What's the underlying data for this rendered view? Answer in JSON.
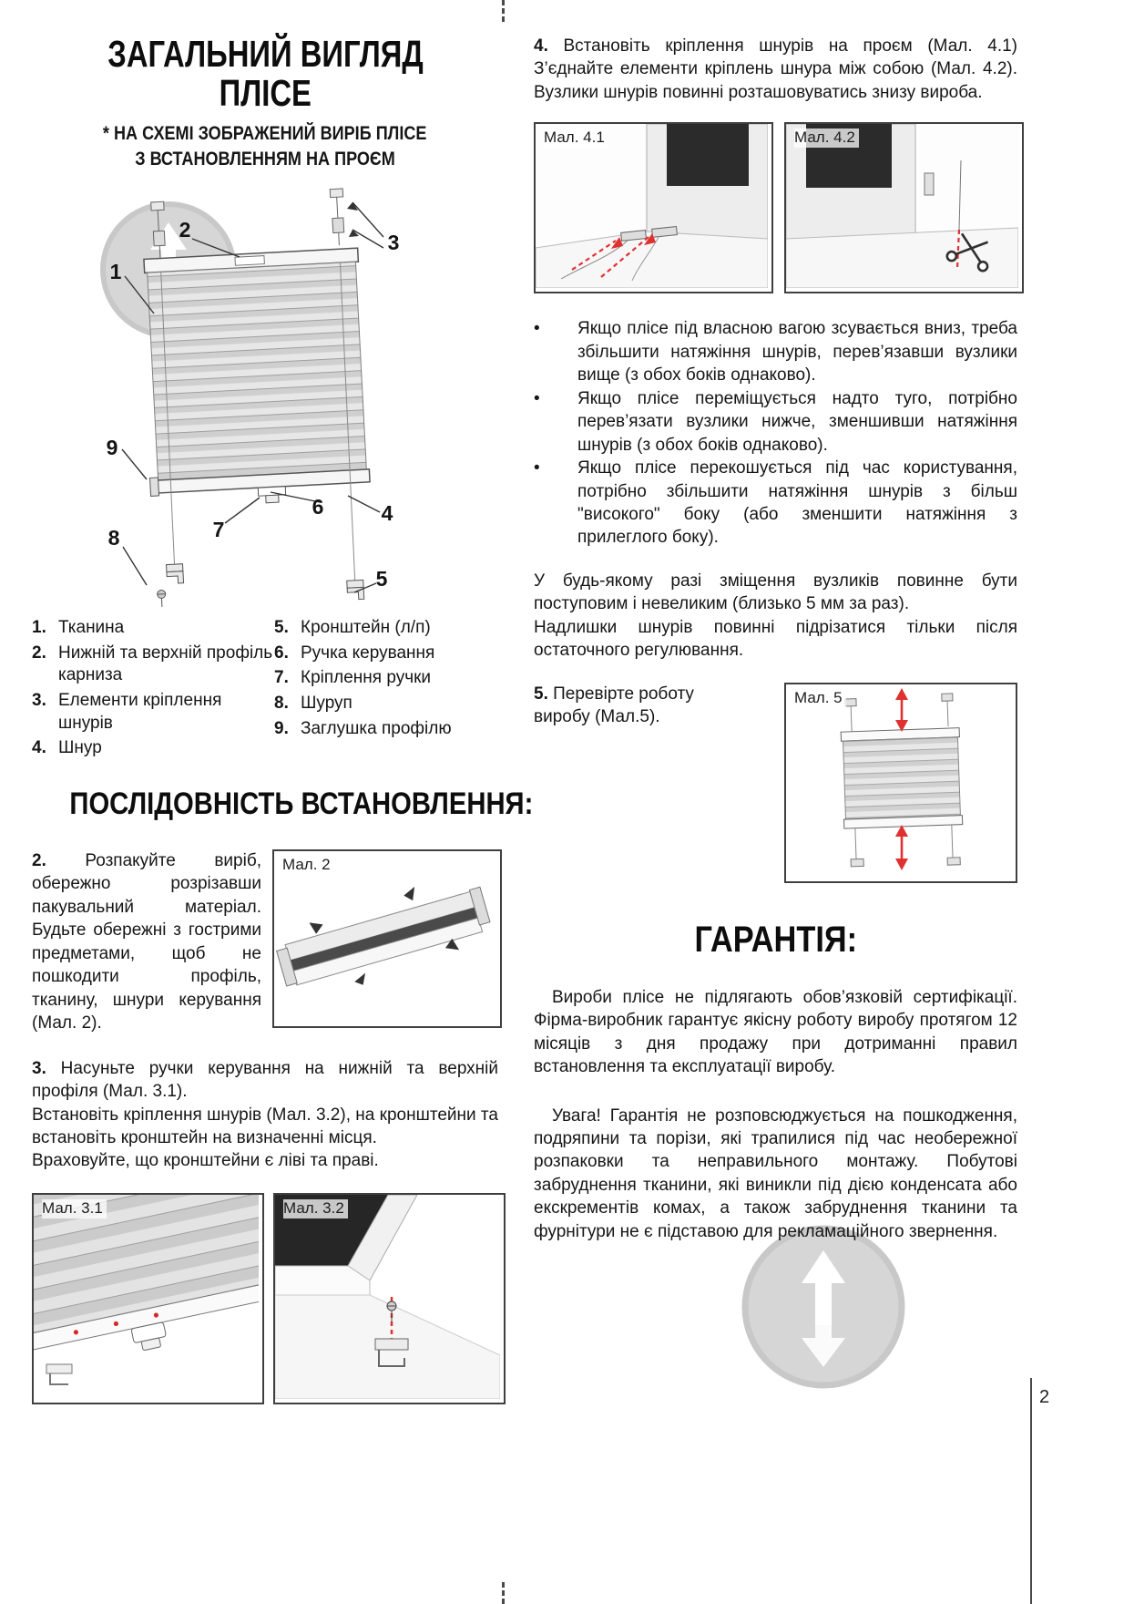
{
  "page": {
    "number": "2"
  },
  "colors": {
    "accent_red": "#e03131",
    "watermark_gray": "#b5b5b5"
  },
  "left": {
    "title_line1": "ЗАГАЛЬНИЙ ВИГЛЯД",
    "title_line2": "ПЛІСЕ",
    "subtitle_line1": "* НА СХЕМІ ЗОБРАЖЕНИЙ ВИРІБ ПЛІСЕ",
    "subtitle_line2": "З ВСТАНОВЛЕННЯМ НА ПРОЄМ",
    "callouts": [
      "1",
      "2",
      "3",
      "4",
      "5",
      "6",
      "7",
      "8",
      "9"
    ],
    "legend_left": [
      {
        "num": "1.",
        "text": "Тканина"
      },
      {
        "num": "2.",
        "text": "Нижній та верхній профіль карниза"
      },
      {
        "num": "3.",
        "text": "Елементи кріплення шнурів"
      },
      {
        "num": "4.",
        "text": "Шнур"
      }
    ],
    "legend_right": [
      {
        "num": "5.",
        "text": "Кронштейн (л/п)"
      },
      {
        "num": "6.",
        "text": "Ручка керування"
      },
      {
        "num": "7.",
        "text": "Кріплення ручки"
      },
      {
        "num": "8.",
        "text": "Шуруп"
      },
      {
        "num": "9.",
        "text": "Заглушка профілю"
      }
    ],
    "install_title": "ПОСЛІДОВНІСТЬ ВСТАНОВЛЕННЯ:",
    "step2_num": "2.",
    "step2_text": "Розпакуйте виріб, обережно розрізавши пакувальний матеріал. Будьте обережні з гострими предметами, щоб не пошкодити профіль, тканину, шнури керування (Мал. 2).",
    "fig2_label": "Мал. 2",
    "step3_num": "3.",
    "step3_line1": "Насуньте ручки керування на нижній та верхній профіля (Мал. 3.1).",
    "step3_line2": "Встановіть кріплення шнурів (Мал. 3.2), на кронштейни та встановіть кронштейн на визначенні місця.",
    "step3_line3": "Враховуйте, що кронштейни є ліві та праві.",
    "fig31_label": "Мал. 3.1",
    "fig32_label": "Мал. 3.2"
  },
  "right": {
    "step4_num": "4.",
    "step4_text": "Встановіть кріплення шнурів на проєм (Мал. 4.1) З’єднайте елементи кріплень шнура між собою (Мал. 4.2). Вузлики шнурів повинні розташовуватись знизу вироба.",
    "fig41_label": "Мал. 4.1",
    "fig42_label": "Мал. 4.2",
    "bullets": [
      "Якщо плісе під власною вагою зсувається вниз, треба збільшити натяжіння шнурів, перев’язавши вузлики вище (з обох боків однаково).",
      "Якщо плісе переміщується надто туго, потрібно перев’язати вузлики нижче, зменшивши натяжіння шнурів (з обох боків однаково).",
      "Якщо плісе перекошується під час користування, потрібно збільшити натяжіння шнурів з більш \"високого\" боку (або зменшити натяжіння з прилеглого боку)."
    ],
    "note_line1": "У будь-якому разі зміщення вузликів повинне бути поступовим і невеликим (близько 5 мм за раз).",
    "note_line2": "Надлишки шнурів повинні підрізатися тільки після остаточного регулювання.",
    "step5_num": "5.",
    "step5_text": "Перевірте роботу виробу (Мал.5).",
    "fig5_label": "Мал. 5",
    "warranty_title": "ГАРАНТІЯ:",
    "warranty_p1": "Вироби плісе не підлягають обов’язковій сертифікації. Фірма-виробник гарантує якісну роботу виробу протягом 12 місяців з дня продажу при дотриманні правил встановлення та експлуатації виробу.",
    "warranty_p2": "Увага! Гарантія не розповсюджується на пошкодження, подряпини та порізи, які трапилися під час необережної розпаковки та неправильного монтажу. Побутові забруднення тканини, які виникли під дією конденсата або екскрементів комах, а також забруднення тканини та фурнітури не є підставою для рекламаційного звернення."
  }
}
